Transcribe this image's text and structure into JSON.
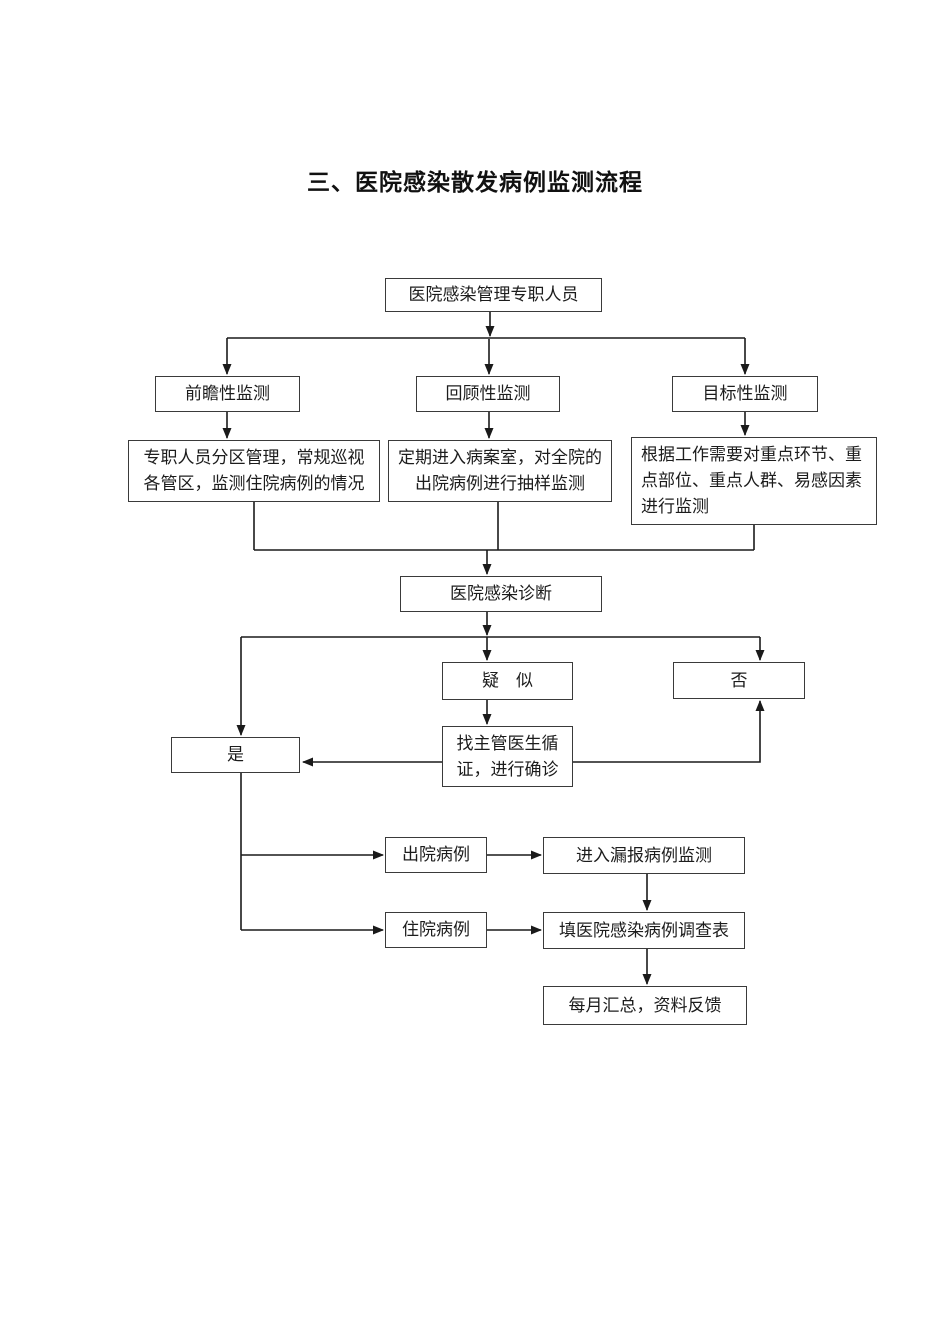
{
  "page": {
    "title": "三、医院感染散发病例监测流程"
  },
  "nodes": {
    "staff": {
      "label": "医院感染管理专职人员"
    },
    "prospective": {
      "label": "前瞻性监测"
    },
    "retrospective": {
      "label": "回顾性监测"
    },
    "targeted": {
      "label": "目标性监测"
    },
    "zone": {
      "label": "专职人员分区管理，常规巡视\n各管区，监测住院病例的情况"
    },
    "records": {
      "label": "定期进入病案室，对全院的\n出院病例进行抽样监测"
    },
    "factors": {
      "label": "根据工作需要对重点环节、重\n点部位、重点人群、易感因素\n进行监测"
    },
    "diagnosis": {
      "label": "医院感染诊断"
    },
    "suspected": {
      "label": "疑　似"
    },
    "no": {
      "label": "否"
    },
    "verify": {
      "label": "找主管医生循\n证，进行确诊"
    },
    "yes": {
      "label": "是"
    },
    "discharged": {
      "label": "出院病例"
    },
    "missed": {
      "label": "进入漏报病例监测"
    },
    "inpatient": {
      "label": "住院病例"
    },
    "survey": {
      "label": "填医院感染病例调查表"
    },
    "monthly": {
      "label": "每月汇总，资料反馈"
    }
  },
  "colors": {
    "background": "#ffffff",
    "box_border": "#3a3a3a",
    "line": "#1a1a1a",
    "text": "#1c1c1c"
  }
}
